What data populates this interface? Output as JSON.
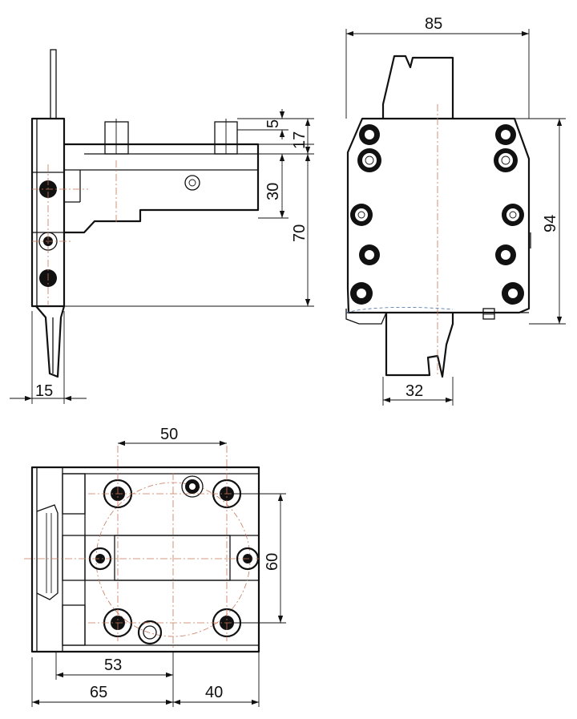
{
  "colors": {
    "outline": "#111111",
    "centerline": "#c9785a",
    "hidden_line": "#4a6fa5",
    "background": "#ffffff"
  },
  "dimensions": {
    "side_view": {
      "slot_width": "5",
      "slot_depth": "17",
      "tool_height": "30",
      "overall_height": "70",
      "blade_width": "15"
    },
    "front_view": {
      "overall_width": "85",
      "overall_height": "94",
      "shank_width": "32"
    },
    "top_view": {
      "bore_spacing_x": "50",
      "bore_spacing_y": "60",
      "center_offset": "53",
      "left_length": "65",
      "right_length": "40"
    }
  }
}
